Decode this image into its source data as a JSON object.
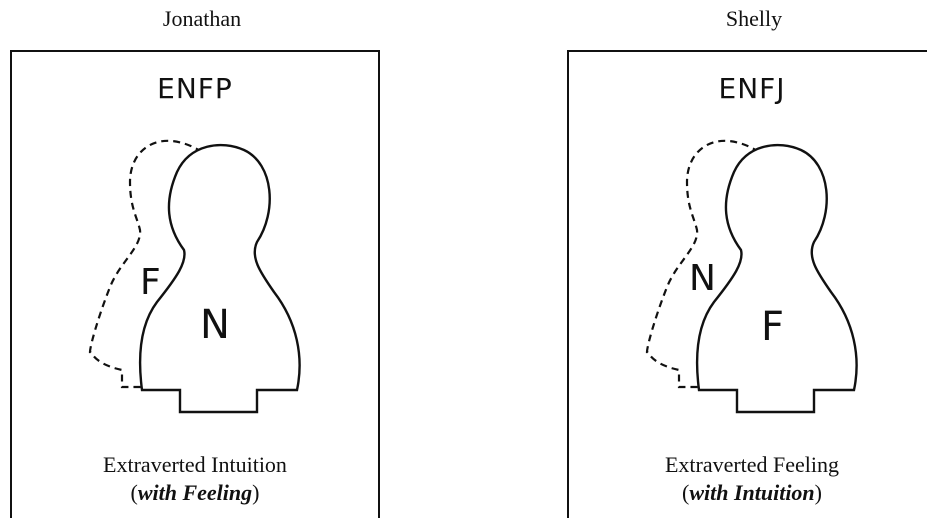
{
  "panels": [
    {
      "name": "Jonathan",
      "type": "ENFP",
      "front_letter": "N",
      "back_letter": "F",
      "caption_line1": "Extraverted Intuition",
      "caption_open": "(",
      "caption_italic": "with Feeling",
      "caption_close": ")"
    },
    {
      "name": "Shelly",
      "type": "ENFJ",
      "front_letter": "F",
      "back_letter": "N",
      "caption_line1": "Extraverted Feeling",
      "caption_open": "(",
      "caption_italic": "with Intuition",
      "caption_close": ")"
    }
  ]
}
